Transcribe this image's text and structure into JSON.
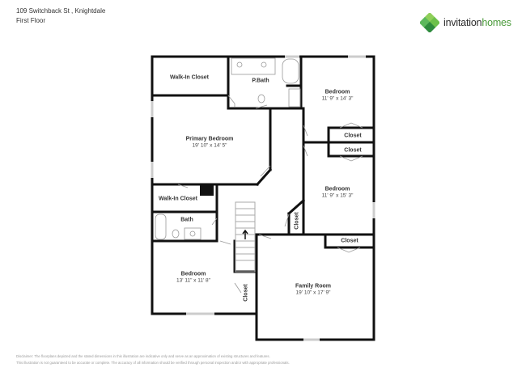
{
  "header": {
    "address": "109 Switchback St , Knightdale",
    "floor": "First Floor"
  },
  "brand": {
    "name_part1": "invitation",
    "name_part2": "homes",
    "logo_icon": "green-clover-icon",
    "colors": {
      "dark_green": "#2e8b3d",
      "mid_green": "#5cb85c",
      "light_green": "#8fcf5a",
      "text": "#2b2b2b"
    }
  },
  "rooms": [
    {
      "id": "walk-in-closet-1",
      "name": "Walk-In Closet",
      "dims": ""
    },
    {
      "id": "p-bath",
      "name": "P.Bath",
      "dims": ""
    },
    {
      "id": "bedroom-ne",
      "name": "Bedroom",
      "dims": "11' 9\" x 14' 3\""
    },
    {
      "id": "closet-ne-1",
      "name": "Closet",
      "dims": ""
    },
    {
      "id": "closet-ne-2",
      "name": "Closet",
      "dims": ""
    },
    {
      "id": "primary-bedroom",
      "name": "Primary Bedroom",
      "dims": "19' 10\" x 14' 5\""
    },
    {
      "id": "walk-in-closet-2",
      "name": "Walk-In Closet",
      "dims": ""
    },
    {
      "id": "bath",
      "name": "Bath",
      "dims": ""
    },
    {
      "id": "bedroom-e",
      "name": "Bedroom",
      "dims": "11' 9\" x 15' 3\""
    },
    {
      "id": "closet-hall",
      "name": "Closet",
      "dims": ""
    },
    {
      "id": "closet-family",
      "name": "Closet",
      "dims": ""
    },
    {
      "id": "bedroom-sw",
      "name": "Bedroom",
      "dims": "13' 11\" x 11' 8\""
    },
    {
      "id": "closet-sw",
      "name": "Closet",
      "dims": ""
    },
    {
      "id": "family-room",
      "name": "Family Room",
      "dims": "19' 10\" x 17' 9\""
    }
  ],
  "disclaimer": {
    "line1": "Disclaimer: The floorplans depicted and the stated dimensions in this illustration are indicative only and serve as an approximation of existing structures and features.",
    "line2": "This illustration is not guaranteed to be accurate or complete. The accuracy of all information should be verified through personal inspection and/or with appropriate professionals."
  }
}
